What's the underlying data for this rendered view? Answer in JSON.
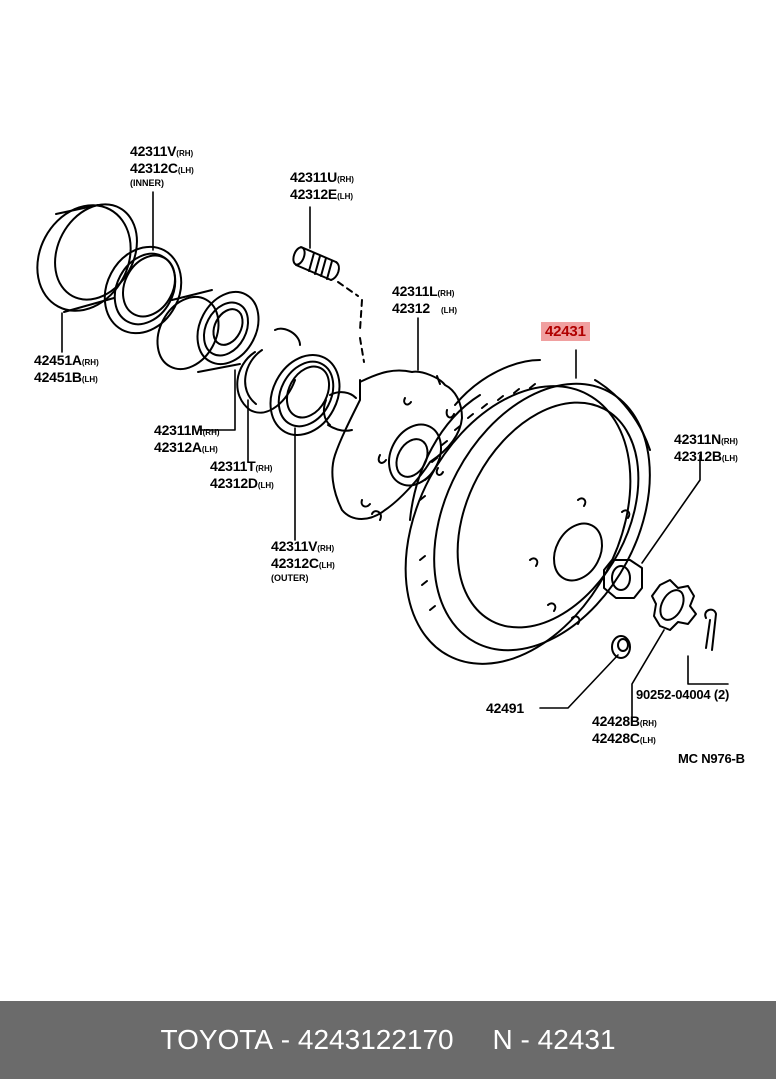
{
  "labels": {
    "bearing_v": {
      "line1": "42311V",
      "s1": "(RH)",
      "line2": "42312C",
      "s2": "(LH)",
      "note": "(INNER)"
    },
    "bolt": {
      "line1": "42311U",
      "s1": "(RH)",
      "line2": "42312E",
      "s2": "(LH)"
    },
    "cup": {
      "line1": "42451A",
      "s1": "(RH)",
      "line2": "42451B",
      "s2": "(LH)"
    },
    "hub": {
      "line1": "42311L",
      "s1": "(RH)",
      "line2": "42312",
      "s2": "(LH)"
    },
    "disc": {
      "part": "42431"
    },
    "bearing_m": {
      "line1": "42311M",
      "s1": "(RH)",
      "line2": "42312A",
      "s2": "(LH)"
    },
    "ring_t": {
      "line1": "42311T",
      "s1": "(RH)",
      "line2": "42312D",
      "s2": "(LH)"
    },
    "bearing_outer": {
      "line1": "42311V",
      "s1": "(RH)",
      "line2": "42312C",
      "s2": "(LH)",
      "note": "(OUTER)"
    },
    "nut": {
      "line1": "42311N",
      "s1": "(RH)",
      "line2": "42312B",
      "s2": "(LH)"
    },
    "pin": {
      "text": "90252-04004",
      "qty": "(2)"
    },
    "plug": {
      "text": "42491"
    },
    "lock": {
      "line1": "42428B",
      "s1": "(RH)",
      "line2": "42428C",
      "s2": "(LH)"
    },
    "code": {
      "text": "MC N976-B"
    }
  },
  "footer": {
    "brand": "TOYOTA",
    "part_number": "4243122170",
    "ref": "N - 42431",
    "sep": " - "
  },
  "colors": {
    "highlight_bg": "#f0a0a0",
    "highlight_text": "#b00000",
    "footer_bg": "#6b6b6b"
  }
}
